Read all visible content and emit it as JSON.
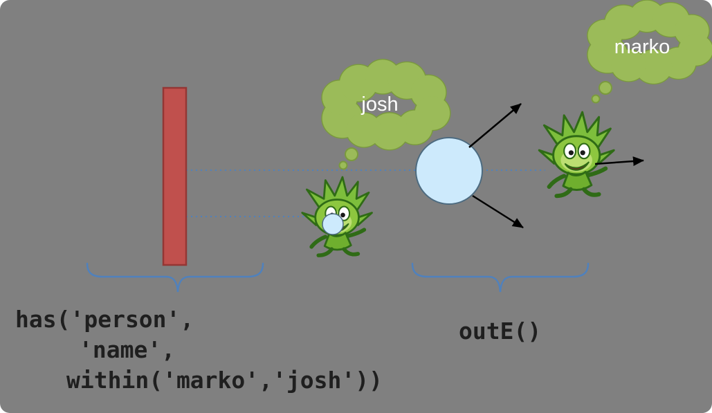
{
  "diagram": {
    "background_color": "#808080",
    "colors": {
      "filter_bar": "#c0504d",
      "filter_bar_border": "#943634",
      "vertex": "#cdeafc",
      "vertex_border": "#4d6b80",
      "thought_bubble": "#9bbb59",
      "thought_bubble_border": "#7a9a3d",
      "trace_line": "#4f81bd",
      "brace": "#4f81bd",
      "arrow": "#000000"
    },
    "filter_step": {
      "code_line1": "has('person',",
      "code_line2": "'name',",
      "code_line3": "within('marko','josh'))"
    },
    "out_edge_step": {
      "label": "outE()"
    },
    "traversers": [
      {
        "name": "josh"
      },
      {
        "name": "marko"
      }
    ]
  }
}
